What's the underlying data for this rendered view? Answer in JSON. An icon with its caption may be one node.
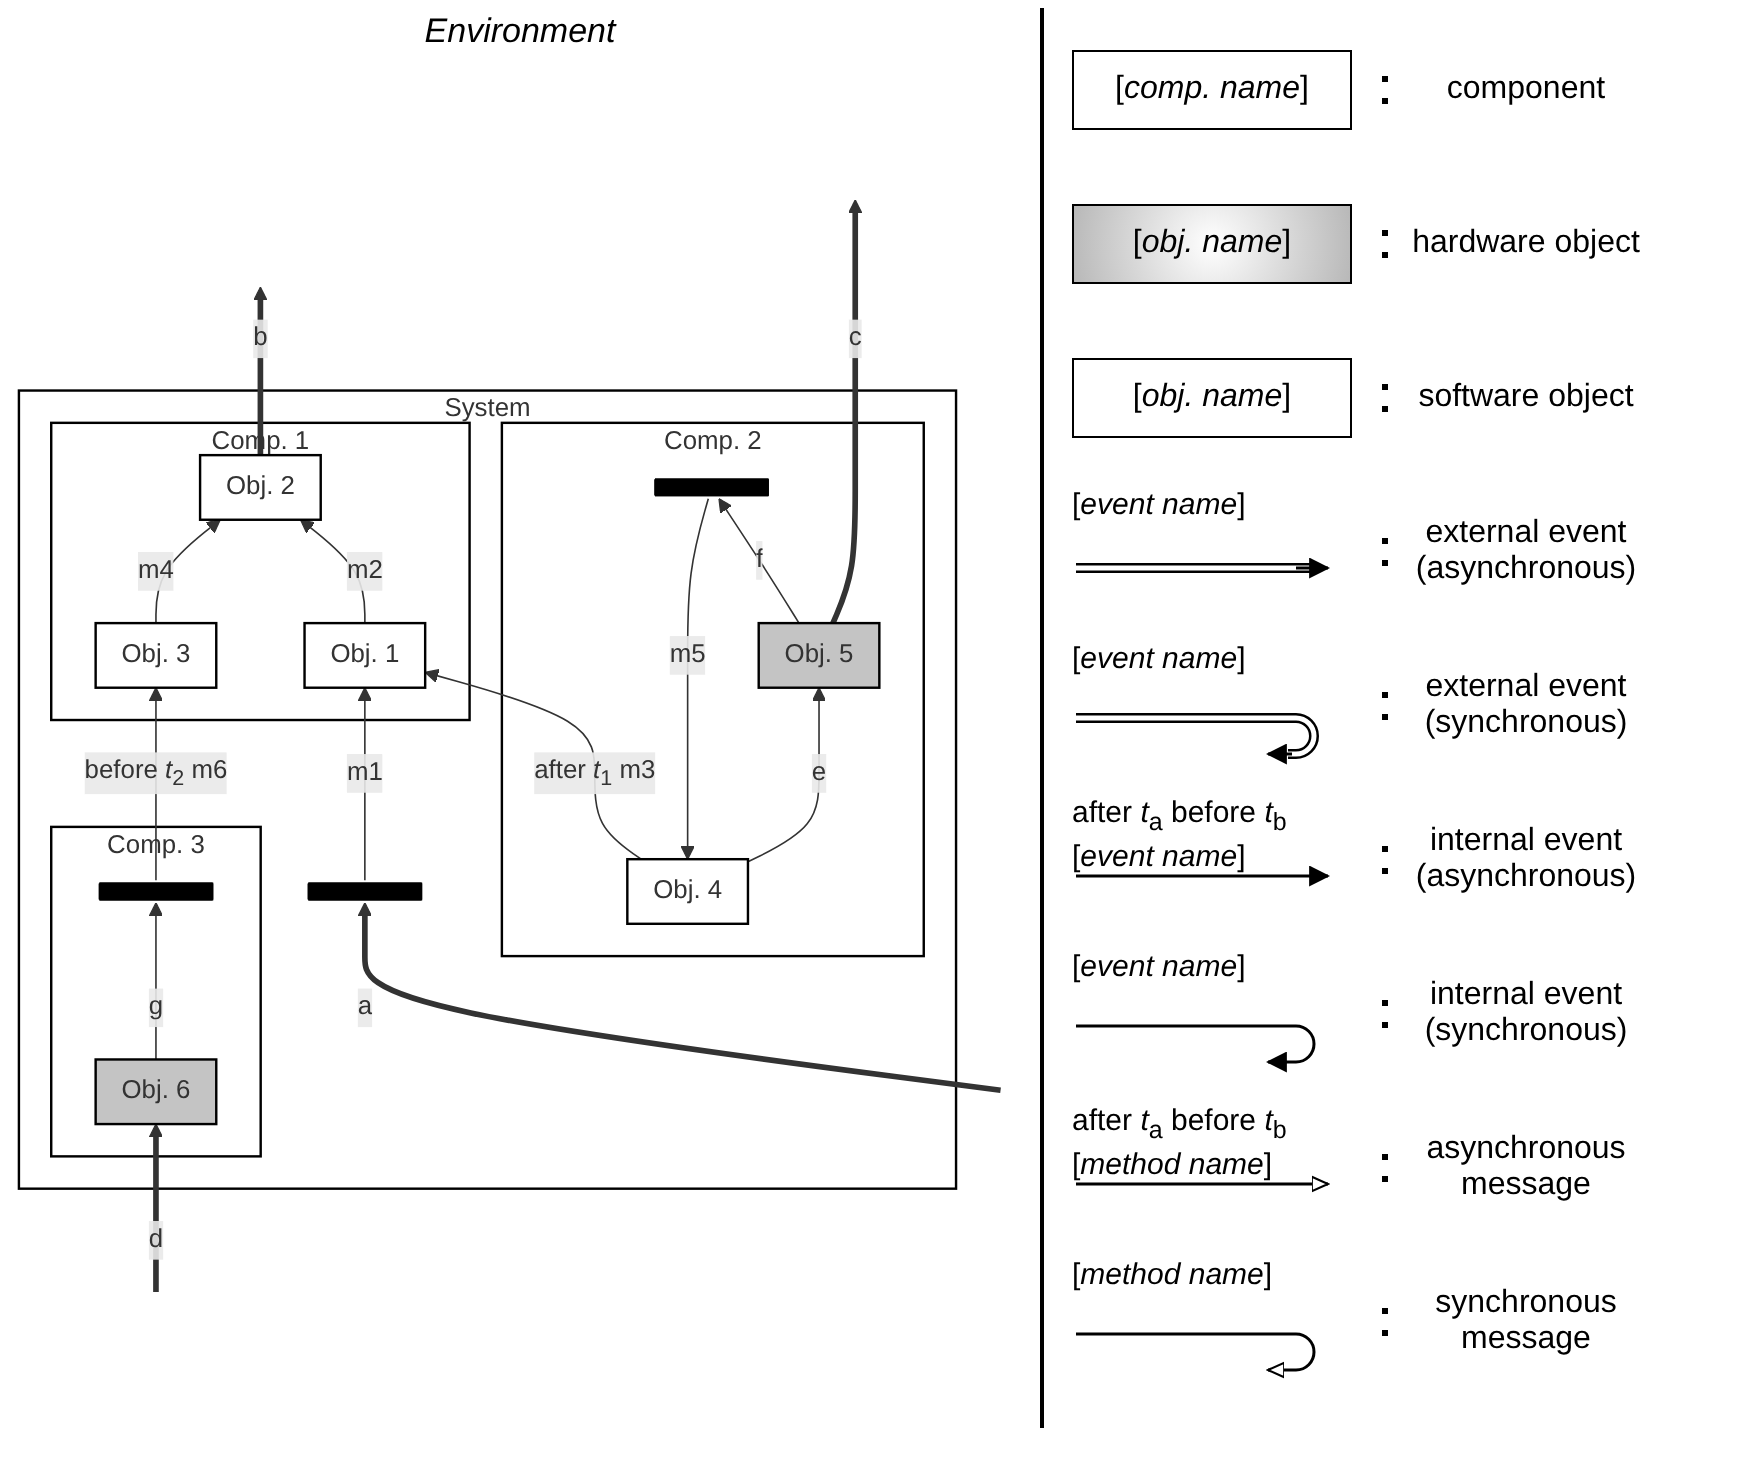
{
  "diagram": {
    "nodes": [
      {
        "text": [
          "System"
        ]
      },
      {
        "text": [
          "Comp. 1"
        ],
        "in": 0
      },
      {
        "text": [],
        "shape": "bar",
        "in": 0
      },
      {
        "text": [
          "Obj. 1"
        ],
        "in": 1
      },
      {
        "text": [
          "Obj. 2"
        ],
        "in": 1
      },
      {
        "text": [
          "Obj. 3"
        ],
        "in": 1
      },
      {
        "text": [
          "Comp. 2"
        ],
        "in": 0
      },
      {
        "text": [
          "Obj. 4"
        ],
        "in": 6
      },
      {
        "text": [],
        "shape": "bar",
        "in": 6
      },
      {
        "text": [
          "Obj. 5"
        ],
        "in": 6
      },
      {
        "text": [
          "Comp. 3"
        ],
        "in": 0
      },
      {
        "text": [],
        "shape": "bar",
        "in": 10
      },
      {
        "text": [
          "Obj. 6"
        ],
        "in": 10
      }
    ],
    "edges": [
      {
        "from": null,
        "to": 2,
        "arrow": "to",
        "label": "a",
        "style": "thick"
      },
      {
        "from": 2,
        "to": 3,
        "arrow": "to",
        "label": "m1"
      },
      {
        "from": 3,
        "to": 4,
        "arrow": "to",
        "label": "m2"
      },
      {
        "from": 4,
        "to": null,
        "arrow": "to",
        "label": "b",
        "style": "thick"
      },
      {
        "from": 5,
        "to": 4,
        "arrow": "to",
        "label": "m4"
      },
      {
        "from": 7,
        "to": 3,
        "arrow": "to",
        "label": "after *t*$_{1}$ m3"
      },
      {
        "from": 7,
        "to": 9,
        "arrow": "to",
        "label": "e"
      },
      {
        "from": 9,
        "to": 8,
        "arrow": "to",
        "label": "f"
      },
      {
        "from": 8,
        "to": 7,
        "arrow": "to",
        "label": "m5"
      },
      {
        "from": 12,
        "to": 11,
        "arrow": "to",
        "label": "g"
      },
      {
        "from": 11,
        "to": 5,
        "arrow": "to",
        "label": "before *t*$_{2}$ m6"
      },
      {
        "from": 9,
        "to": null,
        "arrow": "to",
        "label": "c",
        "style": "thick"
      },
      {
        "from": null,
        "to": 12,
        "arrow": "to",
        "label": "d",
        "style": "thick"
      }
    ],
    "labels": [
      "Environment",
      "[*comp. name*]",
      "[*obj. name*]",
      "[*obj. name*]",
      "[*event name*]",
      "[*event name*]",
      "after *t*$_{a}$ before *t*$_{b}$ [*event name*]",
      "[*event name*]",
      "after *t*$_{a}$ before *t*$_{b}$ [*method name*]",
      "[*method name*]"
    ],
    "legend": [
      {
        "text": "component"
      },
      {
        "text": "hardware object"
      },
      {
        "text": "software object"
      },
      {
        "text": "external event (asynchronous)"
      },
      {
        "text": "external event (synchronous)"
      },
      {
        "text": "internal event (asynchronous)"
      },
      {
        "text": "internal event (synchronous)"
      },
      {
        "text": "asynchronous message"
      },
      {
        "text": "synchronous message"
      }
    ]
  }
}
